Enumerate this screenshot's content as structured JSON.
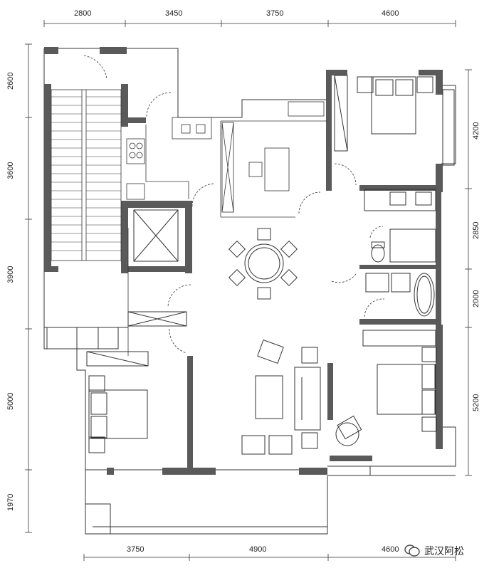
{
  "drawing": {
    "type": "floor-plan",
    "dimensions": {
      "top": [
        "2800",
        "3450",
        "3750",
        "4600"
      ],
      "bottom": [
        "3750",
        "4900",
        "4600"
      ],
      "left": [
        "2600",
        "3600",
        "3900",
        "5000",
        "1970"
      ],
      "right": [
        "4200",
        "2850",
        "2000",
        "5200"
      ]
    }
  },
  "watermark": {
    "text": "武汉阿松"
  },
  "colors": {
    "wall": "#5a5a5a",
    "line": "#333333",
    "background": "#ffffff"
  }
}
